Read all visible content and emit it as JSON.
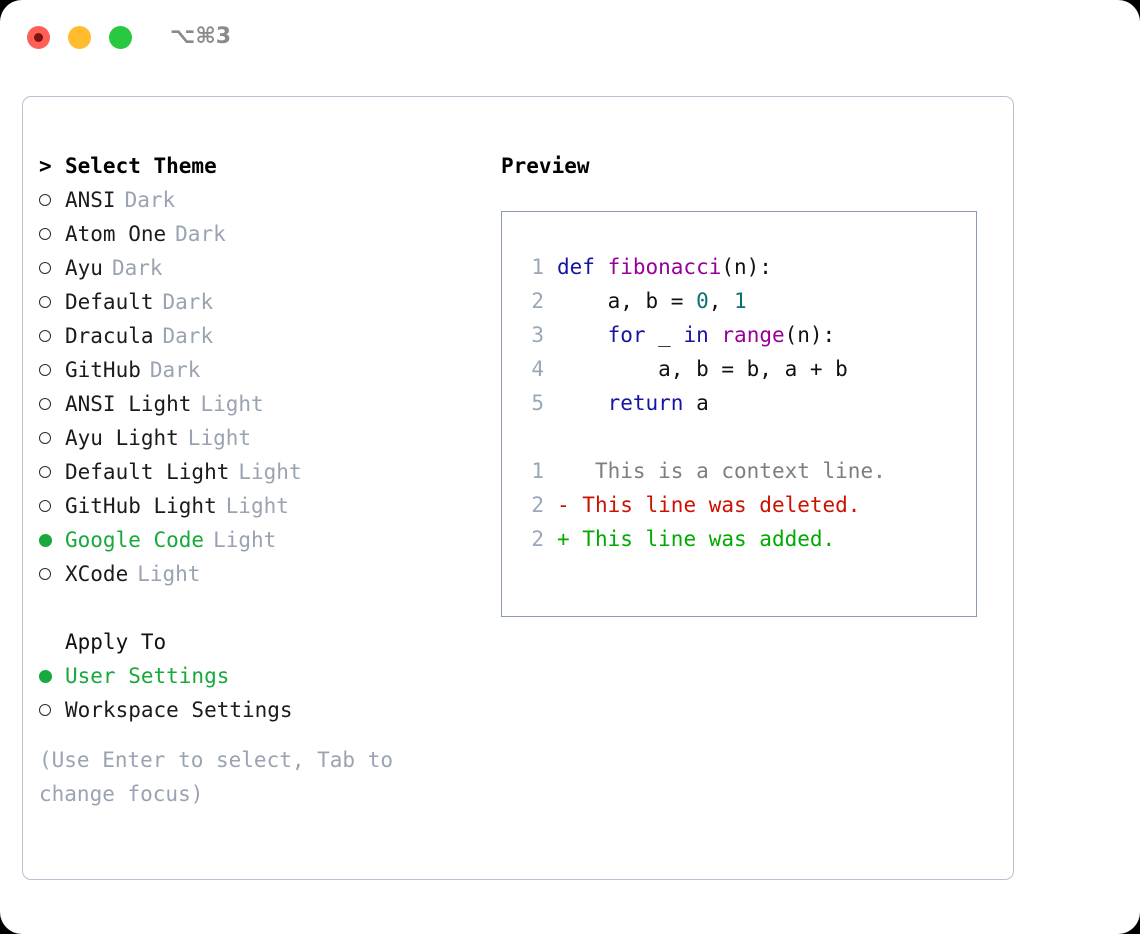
{
  "titlebar": {
    "shortcut": "⌥⌘3",
    "lights": [
      "close",
      "minimize",
      "maximize"
    ]
  },
  "theme_picker": {
    "caret": ">",
    "heading": "Select Theme",
    "items": [
      {
        "name": "ANSI",
        "category": "Dark",
        "selected": false
      },
      {
        "name": "Atom One",
        "category": "Dark",
        "selected": false
      },
      {
        "name": "Ayu",
        "category": "Dark",
        "selected": false
      },
      {
        "name": "Default",
        "category": "Dark",
        "selected": false
      },
      {
        "name": "Dracula",
        "category": "Dark",
        "selected": false
      },
      {
        "name": "GitHub",
        "category": "Dark",
        "selected": false
      },
      {
        "name": "ANSI Light",
        "category": "Light",
        "selected": false
      },
      {
        "name": "Ayu Light",
        "category": "Light",
        "selected": false
      },
      {
        "name": "Default Light",
        "category": "Light",
        "selected": false
      },
      {
        "name": "GitHub Light",
        "category": "Light",
        "selected": false
      },
      {
        "name": "Google Code",
        "category": "Light",
        "selected": true
      },
      {
        "name": "XCode",
        "category": "Light",
        "selected": false
      }
    ]
  },
  "apply_to": {
    "heading": "Apply To",
    "items": [
      {
        "name": "User Settings",
        "selected": true
      },
      {
        "name": "Workspace Settings",
        "selected": false
      }
    ]
  },
  "hint": "(Use Enter to select, Tab to change focus)",
  "preview": {
    "title": "Preview",
    "code_lines": [
      {
        "num": "1",
        "tokens": [
          {
            "t": "def ",
            "c": "tok-kw"
          },
          {
            "t": "fibonacci",
            "c": "tok-fn"
          },
          {
            "t": "(n):",
            "c": "tok-plain"
          }
        ]
      },
      {
        "num": "2",
        "tokens": [
          {
            "t": "    a, b = ",
            "c": "tok-plain"
          },
          {
            "t": "0",
            "c": "tok-num"
          },
          {
            "t": ", ",
            "c": "tok-plain"
          },
          {
            "t": "1",
            "c": "tok-num"
          }
        ]
      },
      {
        "num": "3",
        "tokens": [
          {
            "t": "    ",
            "c": "tok-plain"
          },
          {
            "t": "for",
            "c": "tok-kw"
          },
          {
            "t": " _ ",
            "c": "tok-plain"
          },
          {
            "t": "in",
            "c": "tok-kw"
          },
          {
            "t": " ",
            "c": "tok-plain"
          },
          {
            "t": "range",
            "c": "tok-fn"
          },
          {
            "t": "(n):",
            "c": "tok-plain"
          }
        ]
      },
      {
        "num": "4",
        "tokens": [
          {
            "t": "        a, b = b, a + b",
            "c": "tok-plain"
          }
        ]
      },
      {
        "num": "5",
        "tokens": [
          {
            "t": "    ",
            "c": "tok-plain"
          },
          {
            "t": "return",
            "c": "tok-kw"
          },
          {
            "t": " a",
            "c": "tok-plain"
          }
        ]
      }
    ],
    "diff_lines": [
      {
        "num": "1",
        "marker": " ",
        "text": "  This is a context line.",
        "c": "tok-ctx"
      },
      {
        "num": "2",
        "marker": "-",
        "text": " This line was deleted.",
        "c": "tok-del"
      },
      {
        "num": "2",
        "marker": "+",
        "text": " This line was added.",
        "c": "tok-add"
      }
    ]
  },
  "colors": {
    "selected_green": "#18a83c",
    "muted": "#9aa3b2",
    "keyword": "#1515a0",
    "function": "#990099",
    "number": "#0b7271",
    "deleted": "#cc1100",
    "added": "#00aa00",
    "panel_border": "#b9c2d0",
    "preview_border": "#8c9bb1"
  }
}
